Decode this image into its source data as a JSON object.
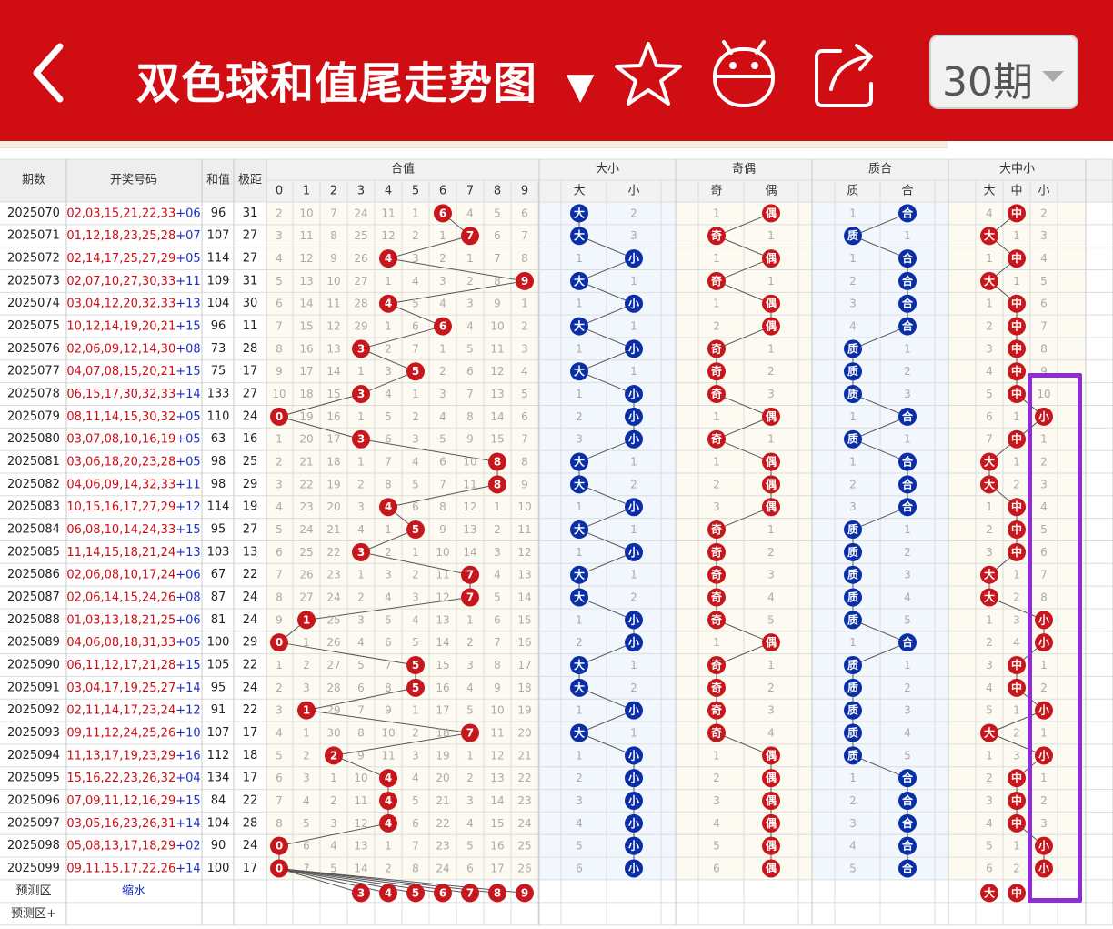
{
  "header": {
    "back_label": "返回",
    "title": "双色球和值尾走势图",
    "title_arrow": "▼",
    "icons": [
      "back-icon",
      "star-icon",
      "android-icon",
      "share-icon"
    ],
    "period_selector": "30期"
  },
  "table": {
    "col_headers": {
      "period": "期数",
      "numbers": "开奖号码",
      "sum": "和值",
      "span": "极距"
    },
    "groups": [
      {
        "name": "合值",
        "cols": [
          "0",
          "1",
          "2",
          "3",
          "4",
          "5",
          "6",
          "7",
          "8",
          "9"
        ]
      },
      {
        "name": "大小",
        "cols": [
          "大",
          "小"
        ]
      },
      {
        "name": "奇偶",
        "cols": [
          "奇",
          "偶"
        ]
      },
      {
        "name": "质合",
        "cols": [
          "质",
          "合"
        ]
      },
      {
        "name": "大中小",
        "cols": [
          "大",
          "中",
          "小"
        ]
      }
    ],
    "rows": [
      {
        "p": "2025070",
        "r": "02,03,15,21,22,33",
        "b": "+06",
        "s": "96",
        "j": "31",
        "v": [
          2,
          10,
          7,
          24,
          11,
          1,
          0,
          4,
          5,
          6
        ],
        "dx": [
          0,
          2
        ],
        "jo": [
          1,
          0
        ],
        "zh": [
          1,
          0
        ],
        "dzx": [
          4,
          0,
          2
        ]
      },
      {
        "p": "2025071",
        "r": "01,12,18,23,25,28",
        "b": "+07",
        "s": "107",
        "j": "27",
        "v": [
          3,
          11,
          8,
          25,
          12,
          2,
          1,
          0,
          6,
          7
        ],
        "dx": [
          0,
          3
        ],
        "jo": [
          0,
          1
        ],
        "zh": [
          0,
          1
        ],
        "dzx": [
          0,
          1,
          3
        ]
      },
      {
        "p": "2025072",
        "r": "02,14,17,25,27,29",
        "b": "+05",
        "s": "114",
        "j": "27",
        "v": [
          4,
          12,
          9,
          26,
          0,
          3,
          2,
          1,
          7,
          8
        ],
        "dx": [
          1,
          0
        ],
        "jo": [
          1,
          0
        ],
        "zh": [
          1,
          0
        ],
        "dzx": [
          1,
          0,
          4
        ]
      },
      {
        "p": "2025073",
        "r": "02,07,10,27,30,33",
        "b": "+11",
        "s": "109",
        "j": "31",
        "v": [
          5,
          13,
          10,
          27,
          1,
          4,
          3,
          2,
          8,
          0
        ],
        "dx": [
          0,
          1
        ],
        "jo": [
          0,
          1
        ],
        "zh": [
          2,
          0
        ],
        "dzx": [
          0,
          1,
          5
        ]
      },
      {
        "p": "2025074",
        "r": "03,04,12,20,32,33",
        "b": "+13",
        "s": "104",
        "j": "30",
        "v": [
          6,
          14,
          11,
          28,
          0,
          5,
          4,
          3,
          9,
          1
        ],
        "dx": [
          1,
          0
        ],
        "jo": [
          1,
          0
        ],
        "zh": [
          3,
          0
        ],
        "dzx": [
          1,
          0,
          6
        ]
      },
      {
        "p": "2025075",
        "r": "10,12,14,19,20,21",
        "b": "+15",
        "s": "96",
        "j": "11",
        "v": [
          7,
          15,
          12,
          29,
          1,
          6,
          0,
          4,
          10,
          2
        ],
        "dx": [
          0,
          1
        ],
        "jo": [
          2,
          0
        ],
        "zh": [
          4,
          0
        ],
        "dzx": [
          2,
          0,
          7
        ]
      },
      {
        "p": "2025076",
        "r": "02,06,09,12,14,30",
        "b": "+08",
        "s": "73",
        "j": "28",
        "v": [
          8,
          16,
          13,
          0,
          2,
          7,
          1,
          5,
          11,
          3
        ],
        "dx": [
          1,
          0
        ],
        "jo": [
          0,
          1
        ],
        "zh": [
          0,
          1
        ],
        "dzx": [
          3,
          0,
          8
        ]
      },
      {
        "p": "2025077",
        "r": "04,07,08,15,20,21",
        "b": "+15",
        "s": "75",
        "j": "17",
        "v": [
          9,
          17,
          14,
          1,
          3,
          0,
          2,
          6,
          12,
          4
        ],
        "dx": [
          0,
          1
        ],
        "jo": [
          0,
          2
        ],
        "zh": [
          0,
          2
        ],
        "dzx": [
          4,
          0,
          9
        ]
      },
      {
        "p": "2025078",
        "r": "06,15,17,30,32,33",
        "b": "+14",
        "s": "133",
        "j": "27",
        "v": [
          10,
          18,
          15,
          0,
          4,
          1,
          3,
          7,
          13,
          5
        ],
        "dx": [
          1,
          0
        ],
        "jo": [
          0,
          3
        ],
        "zh": [
          0,
          3
        ],
        "dzx": [
          5,
          0,
          10
        ]
      },
      {
        "p": "2025079",
        "r": "08,11,14,15,30,32",
        "b": "+05",
        "s": "110",
        "j": "24",
        "v": [
          0,
          19,
          16,
          1,
          5,
          2,
          4,
          8,
          14,
          6
        ],
        "dx": [
          2,
          0
        ],
        "jo": [
          1,
          0
        ],
        "zh": [
          1,
          0
        ],
        "dzx": [
          6,
          1,
          0
        ]
      },
      {
        "p": "2025080",
        "r": "03,07,08,10,16,19",
        "b": "+05",
        "s": "63",
        "j": "16",
        "v": [
          1,
          20,
          17,
          0,
          6,
          3,
          5,
          9,
          15,
          7
        ],
        "dx": [
          3,
          0
        ],
        "jo": [
          0,
          1
        ],
        "zh": [
          0,
          1
        ],
        "dzx": [
          7,
          0,
          1
        ]
      },
      {
        "p": "2025081",
        "r": "03,06,18,20,23,28",
        "b": "+05",
        "s": "98",
        "j": "25",
        "v": [
          2,
          21,
          18,
          1,
          7,
          4,
          6,
          10,
          0,
          8
        ],
        "dx": [
          0,
          1
        ],
        "jo": [
          1,
          0
        ],
        "zh": [
          1,
          0
        ],
        "dzx": [
          0,
          1,
          2
        ]
      },
      {
        "p": "2025082",
        "r": "04,06,09,14,32,33",
        "b": "+11",
        "s": "98",
        "j": "29",
        "v": [
          3,
          22,
          19,
          2,
          8,
          5,
          7,
          11,
          0,
          9
        ],
        "dx": [
          0,
          2
        ],
        "jo": [
          2,
          0
        ],
        "zh": [
          2,
          0
        ],
        "dzx": [
          0,
          2,
          3
        ]
      },
      {
        "p": "2025083",
        "r": "10,15,16,17,27,29",
        "b": "+12",
        "s": "114",
        "j": "19",
        "v": [
          4,
          23,
          20,
          3,
          0,
          6,
          8,
          12,
          1,
          10
        ],
        "dx": [
          1,
          0
        ],
        "jo": [
          3,
          0
        ],
        "zh": [
          3,
          0
        ],
        "dzx": [
          1,
          0,
          4
        ]
      },
      {
        "p": "2025084",
        "r": "06,08,10,14,24,33",
        "b": "+15",
        "s": "95",
        "j": "27",
        "v": [
          5,
          24,
          21,
          4,
          1,
          0,
          9,
          13,
          2,
          11
        ],
        "dx": [
          0,
          1
        ],
        "jo": [
          0,
          1
        ],
        "zh": [
          0,
          1
        ],
        "dzx": [
          2,
          0,
          5
        ]
      },
      {
        "p": "2025085",
        "r": "11,14,15,18,21,24",
        "b": "+13",
        "s": "103",
        "j": "13",
        "v": [
          6,
          25,
          22,
          0,
          2,
          1,
          10,
          14,
          3,
          12
        ],
        "dx": [
          1,
          0
        ],
        "jo": [
          0,
          2
        ],
        "zh": [
          0,
          2
        ],
        "dzx": [
          3,
          0,
          6
        ]
      },
      {
        "p": "2025086",
        "r": "02,06,08,10,17,24",
        "b": "+06",
        "s": "67",
        "j": "22",
        "v": [
          7,
          26,
          23,
          1,
          3,
          2,
          11,
          0,
          4,
          13
        ],
        "dx": [
          0,
          1
        ],
        "jo": [
          0,
          3
        ],
        "zh": [
          0,
          3
        ],
        "dzx": [
          0,
          1,
          7
        ]
      },
      {
        "p": "2025087",
        "r": "02,06,14,15,24,26",
        "b": "+08",
        "s": "87",
        "j": "24",
        "v": [
          8,
          27,
          24,
          2,
          4,
          3,
          12,
          0,
          5,
          14
        ],
        "dx": [
          0,
          2
        ],
        "jo": [
          0,
          4
        ],
        "zh": [
          0,
          4
        ],
        "dzx": [
          0,
          2,
          8
        ]
      },
      {
        "p": "2025088",
        "r": "01,03,13,18,21,25",
        "b": "+06",
        "s": "81",
        "j": "24",
        "v": [
          9,
          0,
          25,
          3,
          5,
          4,
          13,
          1,
          6,
          15
        ],
        "dx": [
          1,
          0
        ],
        "jo": [
          0,
          5
        ],
        "zh": [
          0,
          5
        ],
        "dzx": [
          1,
          3,
          0
        ]
      },
      {
        "p": "2025089",
        "r": "04,06,08,18,31,33",
        "b": "+05",
        "s": "100",
        "j": "29",
        "v": [
          0,
          1,
          26,
          4,
          6,
          5,
          14,
          2,
          7,
          16
        ],
        "dx": [
          2,
          0
        ],
        "jo": [
          1,
          0
        ],
        "zh": [
          1,
          0
        ],
        "dzx": [
          2,
          4,
          0
        ]
      },
      {
        "p": "2025090",
        "r": "06,11,12,17,21,28",
        "b": "+15",
        "s": "105",
        "j": "22",
        "v": [
          1,
          2,
          27,
          5,
          7,
          0,
          15,
          3,
          8,
          17
        ],
        "dx": [
          0,
          1
        ],
        "jo": [
          0,
          1
        ],
        "zh": [
          0,
          1
        ],
        "dzx": [
          3,
          0,
          1
        ]
      },
      {
        "p": "2025091",
        "r": "03,04,17,19,25,27",
        "b": "+14",
        "s": "95",
        "j": "24",
        "v": [
          2,
          3,
          28,
          6,
          8,
          0,
          16,
          4,
          9,
          18
        ],
        "dx": [
          0,
          2
        ],
        "jo": [
          0,
          2
        ],
        "zh": [
          0,
          2
        ],
        "dzx": [
          4,
          0,
          2
        ]
      },
      {
        "p": "2025092",
        "r": "02,11,14,17,23,24",
        "b": "+12",
        "s": "91",
        "j": "22",
        "v": [
          3,
          0,
          29,
          7,
          9,
          1,
          17,
          5,
          10,
          19
        ],
        "dx": [
          1,
          0
        ],
        "jo": [
          0,
          3
        ],
        "zh": [
          0,
          3
        ],
        "dzx": [
          5,
          1,
          0
        ]
      },
      {
        "p": "2025093",
        "r": "09,11,12,24,25,26",
        "b": "+10",
        "s": "107",
        "j": "17",
        "v": [
          4,
          1,
          30,
          8,
          10,
          2,
          18,
          0,
          11,
          20
        ],
        "dx": [
          0,
          1
        ],
        "jo": [
          0,
          4
        ],
        "zh": [
          0,
          4
        ],
        "dzx": [
          0,
          2,
          1
        ]
      },
      {
        "p": "2025094",
        "r": "11,13,17,19,23,29",
        "b": "+16",
        "s": "112",
        "j": "18",
        "v": [
          5,
          2,
          0,
          9,
          11,
          3,
          19,
          1,
          12,
          21
        ],
        "dx": [
          1,
          0
        ],
        "jo": [
          1,
          0
        ],
        "zh": [
          0,
          5
        ],
        "dzx": [
          1,
          3,
          0
        ]
      },
      {
        "p": "2025095",
        "r": "15,16,22,23,26,32",
        "b": "+04",
        "s": "134",
        "j": "17",
        "v": [
          6,
          3,
          1,
          10,
          0,
          4,
          20,
          2,
          13,
          22
        ],
        "dx": [
          2,
          0
        ],
        "jo": [
          2,
          0
        ],
        "zh": [
          1,
          0
        ],
        "dzx": [
          2,
          0,
          1
        ]
      },
      {
        "p": "2025096",
        "r": "07,09,11,12,16,29",
        "b": "+15",
        "s": "84",
        "j": "22",
        "v": [
          7,
          4,
          2,
          11,
          0,
          5,
          21,
          3,
          14,
          23
        ],
        "dx": [
          3,
          0
        ],
        "jo": [
          3,
          0
        ],
        "zh": [
          2,
          0
        ],
        "dzx": [
          3,
          0,
          2
        ]
      },
      {
        "p": "2025097",
        "r": "03,05,16,23,26,31",
        "b": "+14",
        "s": "104",
        "j": "28",
        "v": [
          8,
          5,
          3,
          12,
          0,
          6,
          22,
          4,
          15,
          24
        ],
        "dx": [
          4,
          0
        ],
        "jo": [
          4,
          0
        ],
        "zh": [
          3,
          0
        ],
        "dzx": [
          4,
          0,
          3
        ]
      },
      {
        "p": "2025098",
        "r": "05,08,13,17,18,29",
        "b": "+02",
        "s": "90",
        "j": "24",
        "v": [
          0,
          6,
          4,
          13,
          1,
          7,
          23,
          5,
          16,
          25
        ],
        "dx": [
          5,
          0
        ],
        "jo": [
          5,
          0
        ],
        "zh": [
          4,
          0
        ],
        "dzx": [
          5,
          1,
          0
        ]
      },
      {
        "p": "2025099",
        "r": "09,11,15,17,22,26",
        "b": "+14",
        "s": "100",
        "j": "17",
        "v": [
          0,
          7,
          5,
          14,
          2,
          8,
          24,
          6,
          17,
          26
        ],
        "dx": [
          6,
          0
        ],
        "jo": [
          6,
          0
        ],
        "zh": [
          5,
          0
        ],
        "dzx": [
          6,
          2,
          0
        ]
      }
    ],
    "forecast": {
      "label": "预测区",
      "link": "缩水",
      "label2": "预测区+",
      "he_balls": [
        3,
        4,
        5,
        6,
        7,
        8,
        9
      ],
      "dzx_balls": [
        "大",
        "中"
      ]
    },
    "colors": {
      "red_ball": "#c8161d",
      "blue_ball": "#0a2ea6",
      "red_text": "#d10d14",
      "blue_text": "#1a2fc7",
      "header_bg": "#d10d14",
      "highlight": "#8b2fd1"
    }
  }
}
